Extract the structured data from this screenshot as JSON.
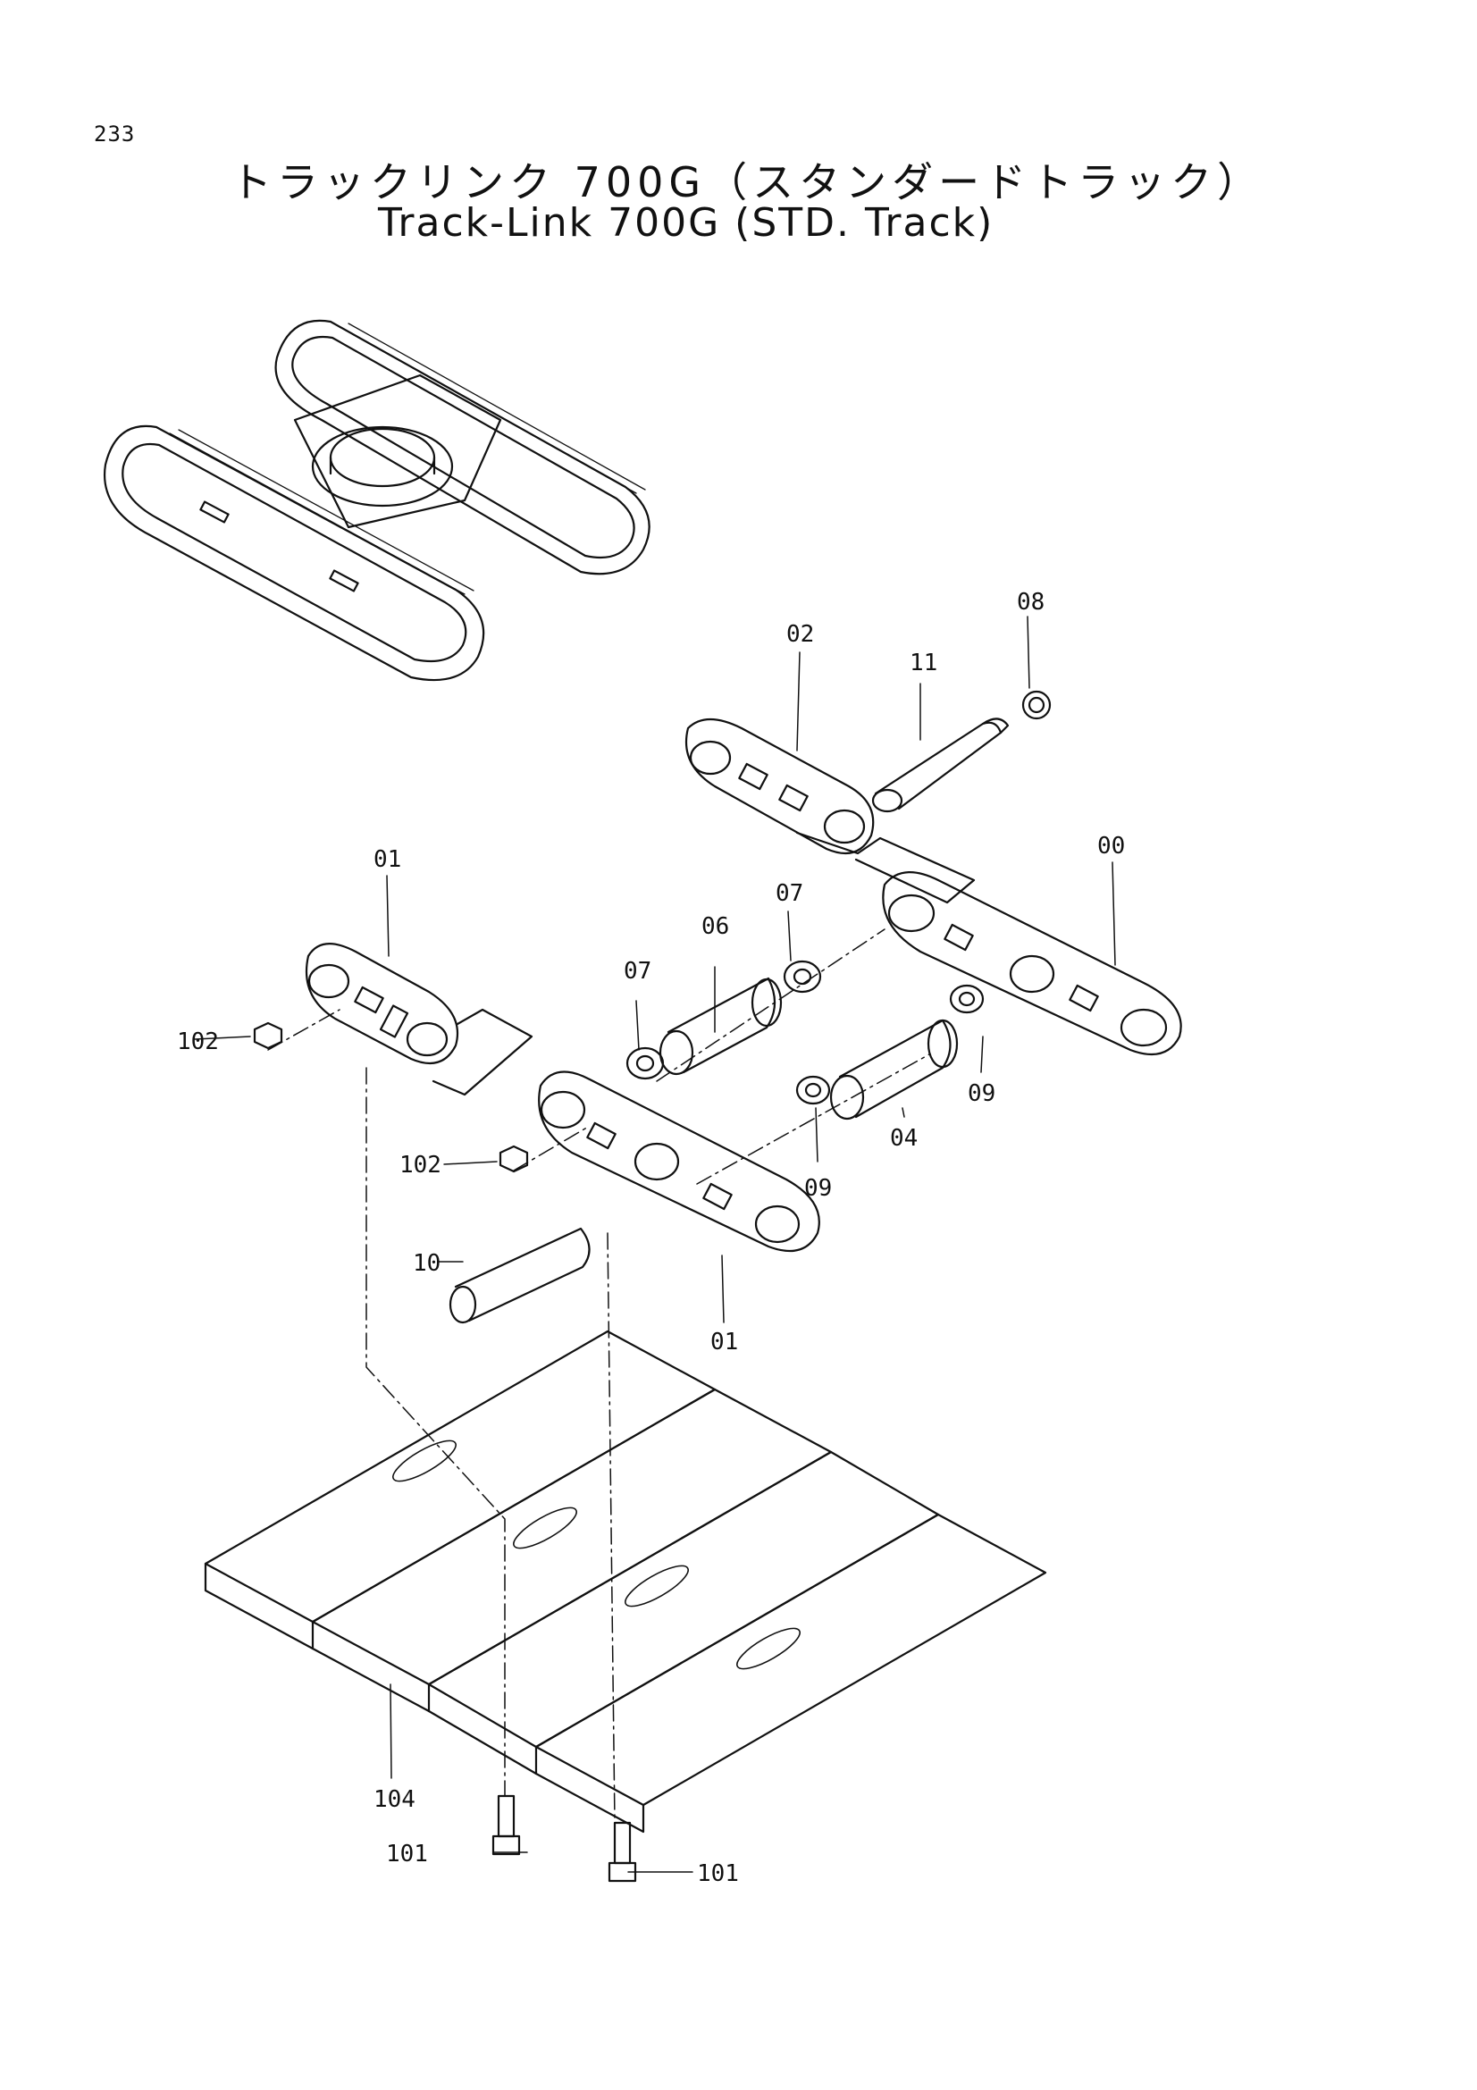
{
  "page_number": "233",
  "title_ja": "トラックリンク 700G（スタンダードトラック）",
  "title_en": "Track-Link 700G (STD. Track)",
  "callouts": {
    "p00": "00",
    "p01a": "01",
    "p01b": "01",
    "p02": "02",
    "p04": "04",
    "p06": "06",
    "p07a": "07",
    "p07b": "07",
    "p08": "08",
    "p09a": "09",
    "p09b": "09",
    "p10": "10",
    "p11": "11",
    "p101a": "101",
    "p101b": "101",
    "p102a": "102",
    "p102b": "102",
    "p104": "104"
  }
}
